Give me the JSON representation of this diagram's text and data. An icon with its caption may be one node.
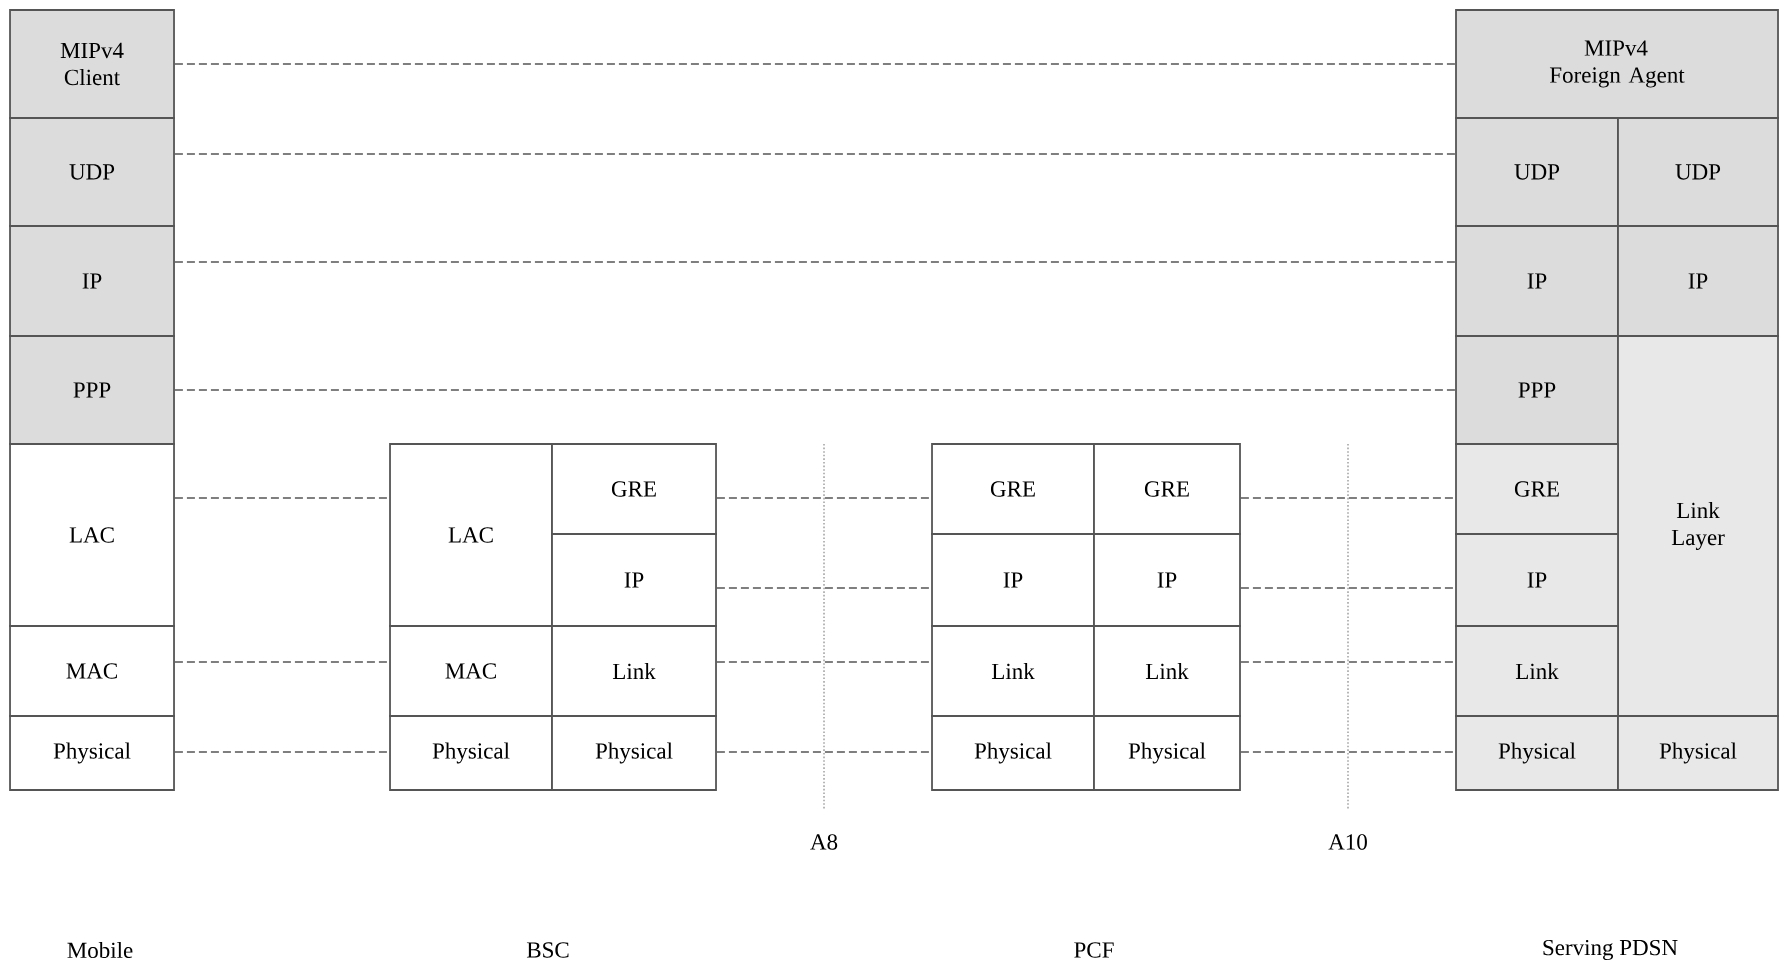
{
  "diagram": {
    "nodes": [
      {
        "text": [
          "MIPv4 Client"
        ]
      },
      {
        "text": [
          "UDP"
        ]
      },
      {
        "text": [
          "IP"
        ]
      },
      {
        "text": [
          "PPP"
        ]
      },
      {
        "text": [
          "LAC"
        ]
      },
      {
        "text": [
          "MAC"
        ]
      },
      {
        "text": [
          "Physical"
        ]
      },
      {
        "text": [
          "LAC"
        ]
      },
      {
        "text": [
          "GRE"
        ]
      },
      {
        "text": [
          "IP"
        ]
      },
      {
        "text": [
          "MAC"
        ]
      },
      {
        "text": [
          "Link"
        ]
      },
      {
        "text": [
          "Physical"
        ]
      },
      {
        "text": [
          "Physical"
        ]
      },
      {
        "text": [
          "GRE"
        ]
      },
      {
        "text": [
          "GRE"
        ]
      },
      {
        "text": [
          "IP"
        ]
      },
      {
        "text": [
          "IP"
        ]
      },
      {
        "text": [
          "Link"
        ]
      },
      {
        "text": [
          "Link"
        ]
      },
      {
        "text": [
          "Physical"
        ]
      },
      {
        "text": [
          "Physical"
        ]
      },
      {
        "text": [
          "MIPv4 Foreign Agent"
        ]
      },
      {
        "text": [
          "UDP"
        ]
      },
      {
        "text": [
          "UDP"
        ]
      },
      {
        "text": [
          "IP"
        ]
      },
      {
        "text": [
          "IP"
        ]
      },
      {
        "text": [
          "PPP"
        ]
      },
      {
        "text": [
          "Link Layer"
        ]
      },
      {
        "text": [
          "GRE"
        ]
      },
      {
        "text": [
          "IP"
        ]
      },
      {
        "text": [
          "Link"
        ]
      },
      {
        "text": [
          "Physical"
        ]
      },
      {
        "text": [
          "Physical"
        ]
      }
    ],
    "edges": [
      {
        "from": 0,
        "to": 22,
        "arrow": "none",
        "style": "dashed"
      },
      {
        "from": 1,
        "to": 23,
        "arrow": "none",
        "style": "dashed"
      },
      {
        "from": 2,
        "to": 25,
        "arrow": "none",
        "style": "dashed"
      },
      {
        "from": 3,
        "to": 27,
        "arrow": "none",
        "style": "dashed"
      },
      {
        "from": 4,
        "to": 7,
        "arrow": "none",
        "style": "dashed"
      },
      {
        "from": 5,
        "to": 10,
        "arrow": "none",
        "style": "dashed"
      },
      {
        "from": 6,
        "to": 12,
        "arrow": "none",
        "style": "dashed"
      },
      {
        "from": 8,
        "to": 14,
        "arrow": "none",
        "style": "dashed"
      },
      {
        "from": 9,
        "to": 16,
        "arrow": "none",
        "style": "dashed"
      },
      {
        "from": 11,
        "to": 18,
        "arrow": "none",
        "style": "dashed"
      },
      {
        "from": 13,
        "to": 20,
        "arrow": "none",
        "style": "dashed"
      },
      {
        "from": 15,
        "to": 29,
        "arrow": "none",
        "style": "dashed"
      },
      {
        "from": 17,
        "to": 30,
        "arrow": "none",
        "style": "dashed"
      },
      {
        "from": 19,
        "to": 31,
        "arrow": "none",
        "style": "dashed"
      },
      {
        "from": 21,
        "to": 32,
        "arrow": "none",
        "style": "dashed"
      }
    ],
    "labels": [
      "A8",
      "A10",
      "Mobile",
      "BSC",
      "PCF",
      "Serving PDSN"
    ]
  }
}
